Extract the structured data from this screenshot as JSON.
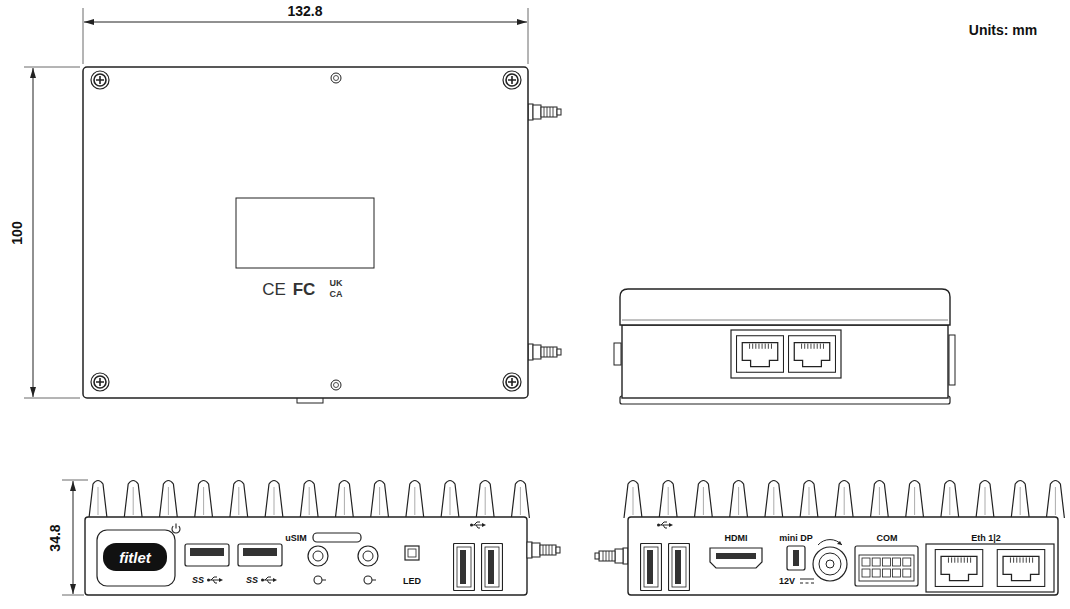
{
  "diagram": {
    "labels": [
      "Units: mm",
      "132.8",
      "100",
      "CE",
      "FC",
      "UK",
      "CA",
      "34.8",
      "fitlet",
      "SS",
      "SS",
      "uSIM",
      "LED",
      "HDMI",
      "mini DP",
      "12V",
      "COM",
      "Eth 1|2"
    ]
  }
}
